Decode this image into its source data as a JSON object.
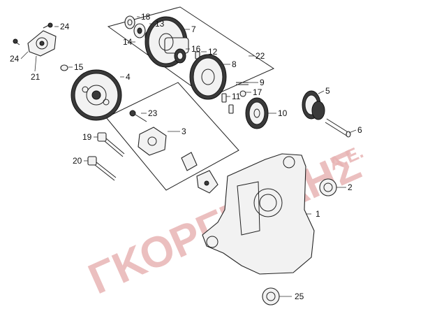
{
  "diagram": {
    "watermark_main": "ΓΚΟΡΓΚΟΛΗΣ",
    "watermark_suffix": "Α.Ε.",
    "callouts": [
      {
        "id": "c1",
        "label": "1"
      },
      {
        "id": "c2",
        "label": "2"
      },
      {
        "id": "c3",
        "label": "3"
      },
      {
        "id": "c4",
        "label": "4"
      },
      {
        "id": "c5",
        "label": "5"
      },
      {
        "id": "c6",
        "label": "6"
      },
      {
        "id": "c7",
        "label": "7"
      },
      {
        "id": "c8",
        "label": "8"
      },
      {
        "id": "c9",
        "label": "9"
      },
      {
        "id": "c10",
        "label": "10"
      },
      {
        "id": "c11",
        "label": "11"
      },
      {
        "id": "c12",
        "label": "12"
      },
      {
        "id": "c13",
        "label": "13"
      },
      {
        "id": "c14",
        "label": "14"
      },
      {
        "id": "c15",
        "label": "15"
      },
      {
        "id": "c16",
        "label": "16"
      },
      {
        "id": "c17",
        "label": "17"
      },
      {
        "id": "c18",
        "label": "18"
      },
      {
        "id": "c19",
        "label": "19"
      },
      {
        "id": "c20",
        "label": "20"
      },
      {
        "id": "c21",
        "label": "21"
      },
      {
        "id": "c22",
        "label": "22"
      },
      {
        "id": "c23",
        "label": "23"
      },
      {
        "id": "c24a",
        "label": "24"
      },
      {
        "id": "c24b",
        "label": "24"
      },
      {
        "id": "c25",
        "label": "25"
      }
    ]
  }
}
